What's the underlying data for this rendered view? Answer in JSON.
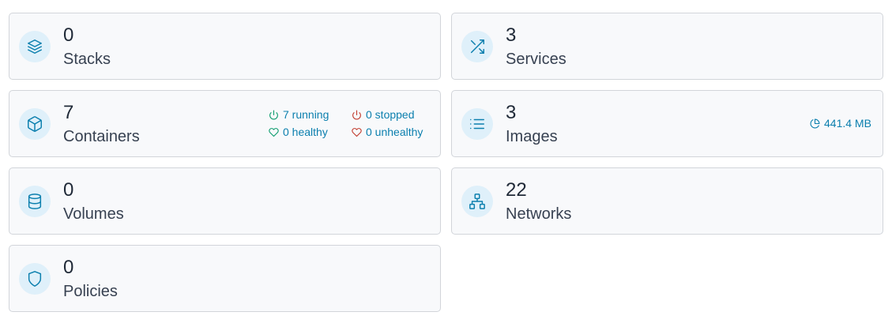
{
  "colors": {
    "icon_bg": "#dff0fa",
    "icon_stroke": "#0b7fae",
    "green": "#0a9b6c",
    "red": "#c0392b"
  },
  "cards": {
    "stacks": {
      "value": "0",
      "label": "Stacks",
      "icon": "layers-icon"
    },
    "services": {
      "value": "3",
      "label": "Services",
      "icon": "shuffle-icon"
    },
    "containers": {
      "value": "7",
      "label": "Containers",
      "icon": "box-icon",
      "running": "7 running",
      "stopped": "0 stopped",
      "healthy": "0 healthy",
      "unhealthy": "0 unhealthy"
    },
    "images": {
      "value": "3",
      "label": "Images",
      "icon": "list-icon",
      "size": "441.4 MB"
    },
    "volumes": {
      "value": "0",
      "label": "Volumes",
      "icon": "database-icon"
    },
    "networks": {
      "value": "22",
      "label": "Networks",
      "icon": "network-icon"
    },
    "policies": {
      "value": "0",
      "label": "Policies",
      "icon": "shield-icon"
    }
  }
}
